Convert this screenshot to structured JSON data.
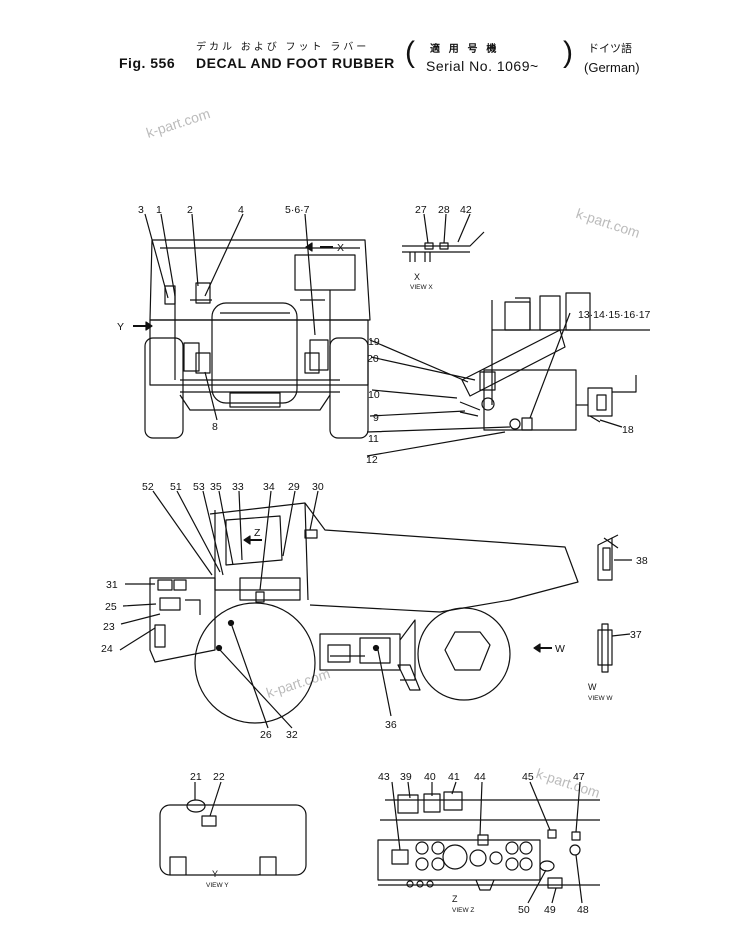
{
  "header": {
    "fig_number": "Fig. 556",
    "title_jp": "デカル および フット ラバー",
    "title_en": "DECAL AND FOOT RUBBER",
    "serial_jp": "適 用 号 機",
    "serial_en": "Serial No. 1069~",
    "lang_jp": "ドイツ語",
    "lang_en": "(German)"
  },
  "watermarks": [
    "k-part.com",
    "k-part.com",
    "k-part.com",
    "k-part.com"
  ],
  "views": {
    "x_letter": "X",
    "x_caption": "VIEW X",
    "y_letter": "Y",
    "y_caption": "VIEW Y",
    "w_letter": "W",
    "w_caption": "VIEW W",
    "z_letter": "Z",
    "z_caption": "VIEW Z"
  },
  "arrow_letters": {
    "x": "X",
    "y": "Y",
    "w": "W",
    "z": "Z"
  },
  "callouts": {
    "c1": "1",
    "c2": "2",
    "c3": "3",
    "c4": "4",
    "c567": "5·6·7",
    "c8": "8",
    "c9": "9",
    "c10": "10",
    "c11": "11",
    "c12": "12",
    "c13_17": "13·14·15·16·17",
    "c18": "18",
    "c19": "19",
    "c20": "20",
    "c21": "21",
    "c22": "22",
    "c23": "23",
    "c24": "24",
    "c25": "25",
    "c26": "26",
    "c27": "27",
    "c28": "28",
    "c29": "29",
    "c30": "30",
    "c31": "31",
    "c32": "32",
    "c33": "33",
    "c34": "34",
    "c35": "35",
    "c36": "36",
    "c37": "37",
    "c38": "38",
    "c39": "39",
    "c40": "40",
    "c41": "41",
    "c42": "42",
    "c43": "43",
    "c44": "44",
    "c45": "45",
    "c47": "47",
    "c48": "48",
    "c49": "49",
    "c50": "50",
    "c51": "51",
    "c52": "52",
    "c53": "53"
  }
}
